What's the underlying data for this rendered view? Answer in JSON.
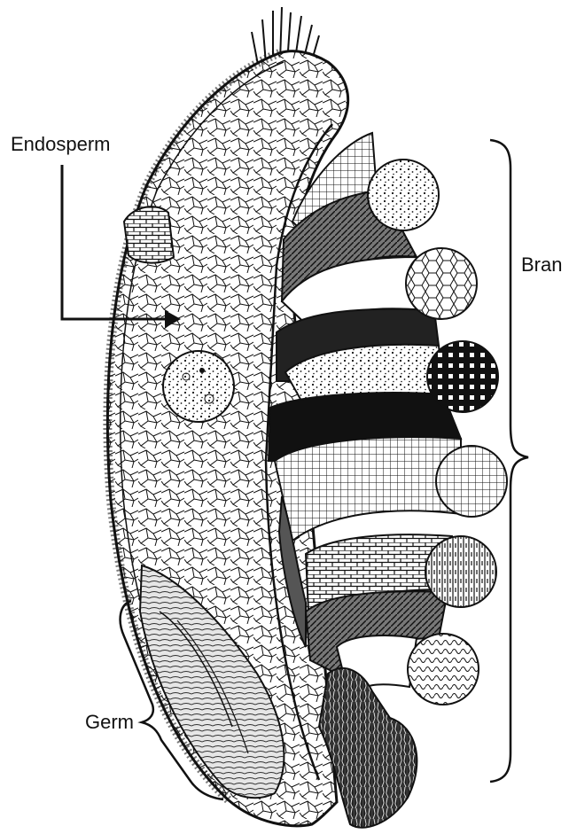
{
  "labels": {
    "endosperm": "Endosperm",
    "bran": "Bran",
    "germ": "Germ"
  },
  "colors": {
    "ink": "#111111",
    "background": "#ffffff"
  }
}
